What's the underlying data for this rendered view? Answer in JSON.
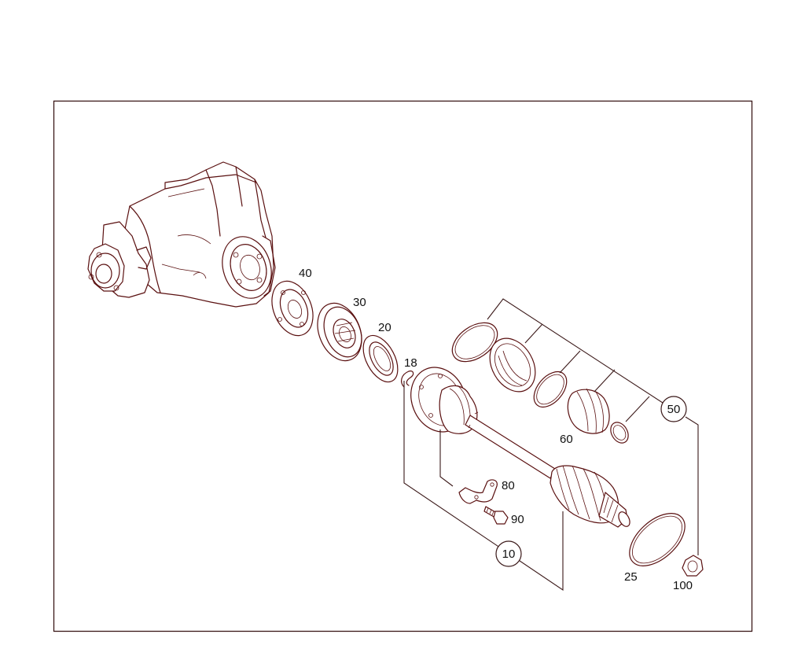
{
  "diagram": {
    "callouts": {
      "c10": "10",
      "c18": "18",
      "c20": "20",
      "c25": "25",
      "c30": "30",
      "c40": "40",
      "c50": "50",
      "c60": "60",
      "c80": "80",
      "c90": "90",
      "c100": "100"
    },
    "colors": {
      "line": "#5a1010",
      "frame": "#3a1818",
      "background": "#ffffff"
    }
  }
}
